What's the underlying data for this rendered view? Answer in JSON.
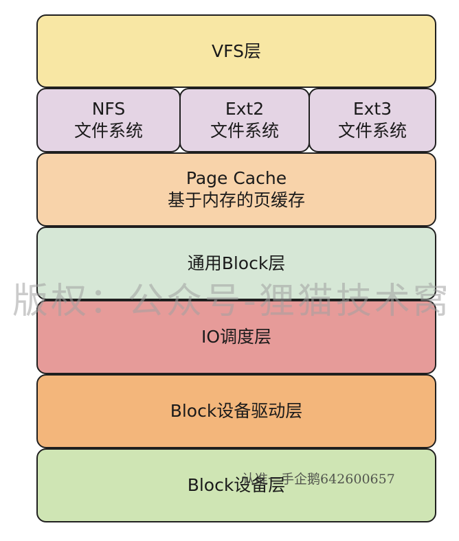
{
  "colors": {
    "vfs": "#f8e7a4",
    "fs": "#e4d4e4",
    "page_cache": "#f8d3aa",
    "block_generic": "#d6e7d6",
    "io_scheduler": "#e69b99",
    "block_driver": "#f3b67b",
    "block_device": "#cfe5b4",
    "border": "#1f1f1f",
    "watermark": "#a0a0a0"
  },
  "layers": {
    "vfs": {
      "label": "VFS层"
    },
    "filesystems": [
      {
        "line1": "NFS",
        "line2": "文件系统"
      },
      {
        "line1": "Ext2",
        "line2": "文件系统"
      },
      {
        "line1": "Ext3",
        "line2": "文件系统"
      }
    ],
    "page_cache": {
      "line1": "Page Cache",
      "line2": "基于内存的页缓存"
    },
    "block_generic": {
      "label": "通用Block层"
    },
    "io_scheduler": {
      "label": "IO调度层"
    },
    "block_driver": {
      "label": "Block设备驱动层"
    },
    "block_device": {
      "label": "Block设备层"
    }
  },
  "watermark": {
    "text": "版权：公众号-狸猫技术窝"
  },
  "overlay": {
    "text": "认准一手企鹅642600657"
  }
}
